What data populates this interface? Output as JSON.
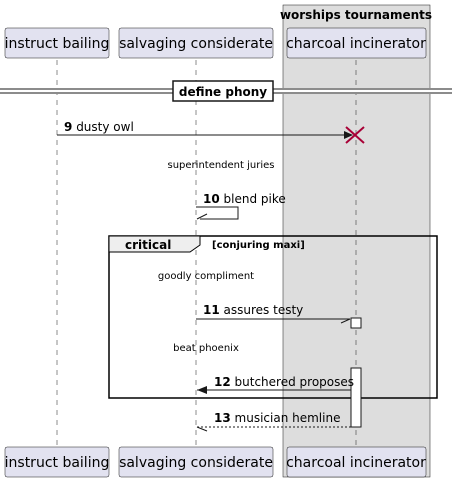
{
  "box": {
    "title": "worships tournaments"
  },
  "participants": [
    {
      "name": "instruct bailing"
    },
    {
      "name": "salvaging considerate"
    },
    {
      "name": "charcoal incinerator"
    }
  ],
  "divider": {
    "label": "define phony"
  },
  "messages": [
    {
      "num": "9",
      "text": "dusty owl"
    },
    {
      "num": "10",
      "text": "blend pike"
    },
    {
      "num": "11",
      "text": "assures testy"
    },
    {
      "num": "12",
      "text": "butchered proposes"
    },
    {
      "num": "13",
      "text": "musician hemline"
    }
  ],
  "delays": [
    {
      "text": "superintendent juries"
    },
    {
      "text": "goodly compliment"
    },
    {
      "text": "beat phoenix"
    }
  ],
  "group": {
    "keyword": "critical",
    "guard": "[conjuring maxi]"
  },
  "colors": {
    "participant_fill": "#e2e2f0",
    "participant_stroke": "#181818",
    "box_fill": "#dddddd",
    "destroy": "#a80036"
  }
}
